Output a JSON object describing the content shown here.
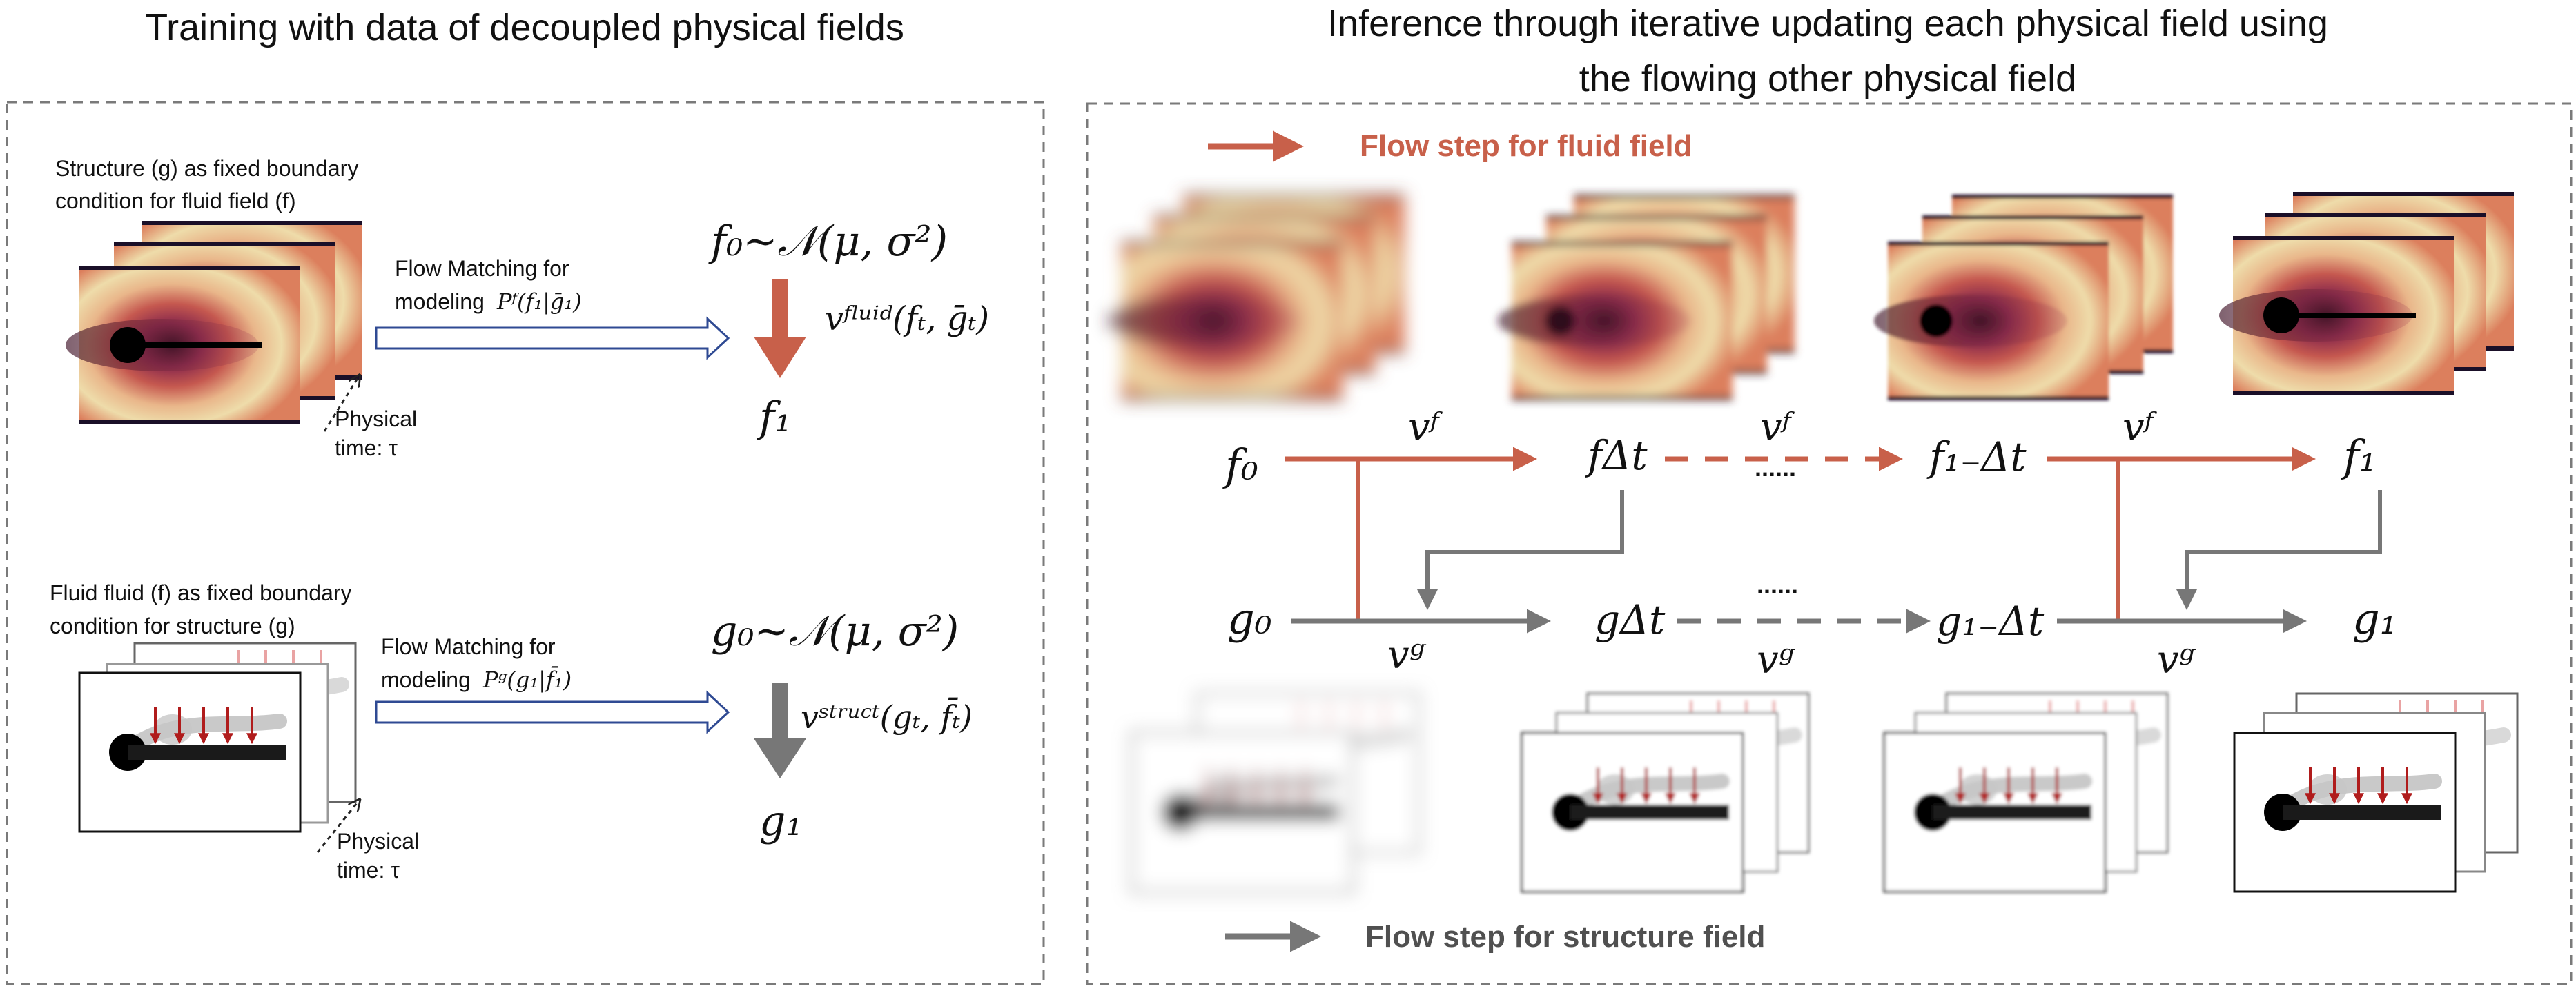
{
  "left_panel": {
    "title": "Training with data of decoupled physical fields",
    "fluid_row": {
      "desc_line1": "Structure (g) as fixed boundary",
      "desc_line2": "condition for fluid field (f)",
      "flow_line1": "Flow Matching for",
      "flow_line2": "modeling",
      "cond_prob": "Pᶠ(f₁|ḡ₁)",
      "time_line1": "Physical",
      "time_line2": "time: τ",
      "prior": "f₀~𝒩(μ, σ²)",
      "velocity": "vᶠˡᵘⁱᵈ(fₜ, ḡₜ)",
      "target": "f₁"
    },
    "struct_row": {
      "desc_line1": "Fluid fluid (f) as fixed boundary",
      "desc_line2": "condition for  structure (g)",
      "flow_line1": "Flow Matching for",
      "flow_line2": "modeling",
      "cond_prob": "Pᵍ(g₁|f̄₁)",
      "time_line1": "Physical",
      "time_line2": "time: τ",
      "prior": "g₀~𝒩(μ, σ²)",
      "velocity": "vˢᵗʳᵘᶜᵗ(gₜ, f̄ₜ)",
      "target": "g₁"
    }
  },
  "right_panel": {
    "title_line1": "Inference through iterative updating each physical field using",
    "title_line2": "the flowing other physical field",
    "legend_fluid": "Flow step for fluid field",
    "legend_struct": "Flow step for structure field",
    "f_nodes": [
      "f₀",
      "fΔt",
      "f₁₋Δt",
      "f₁"
    ],
    "g_nodes": [
      "g₀",
      "gΔt",
      "g₁₋Δt",
      "g₁"
    ],
    "vf_labels": [
      "vᶠ",
      "vᶠ",
      "vᶠ"
    ],
    "vg_labels": [
      "vᵍ",
      "vᵍ",
      "vᵍ"
    ],
    "ellipsis": [
      "......",
      "......"
    ]
  },
  "colors": {
    "fluid_arrow": "#c8604a",
    "struct_arrow": "#777777",
    "legend_fluid_text": "#c8604a",
    "legend_struct_text": "#505050",
    "hollow_arrow": "#2f4a93",
    "panel_border": "#7a7a7a",
    "force_arrow": "#b01c1c"
  }
}
